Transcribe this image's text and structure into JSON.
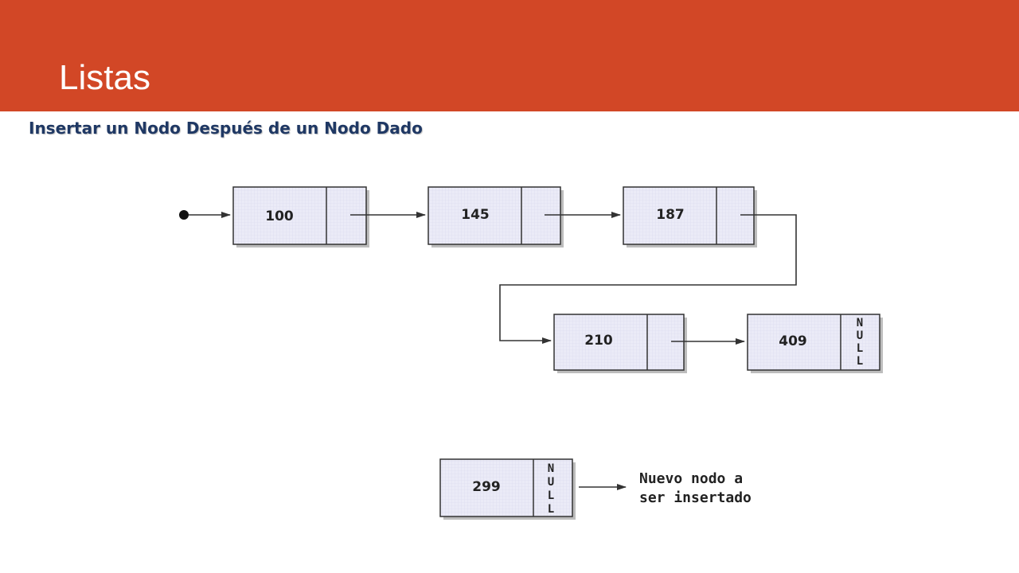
{
  "slide": {
    "title": "Listas",
    "subtitle": "Insertar un Nodo Después de un Nodo Dado"
  },
  "colors": {
    "header": "#d24726",
    "subtitle": "#1f3864",
    "node_fill": "#ebebf7",
    "line": "#333333"
  },
  "diagram": {
    "list_nodes": [
      "100",
      "145",
      "187",
      "210",
      "409"
    ],
    "null_label": [
      "N",
      "U",
      "L",
      "L"
    ],
    "new_node": "299",
    "new_node_note": [
      "Nuevo nodo a",
      "ser insertado"
    ]
  }
}
